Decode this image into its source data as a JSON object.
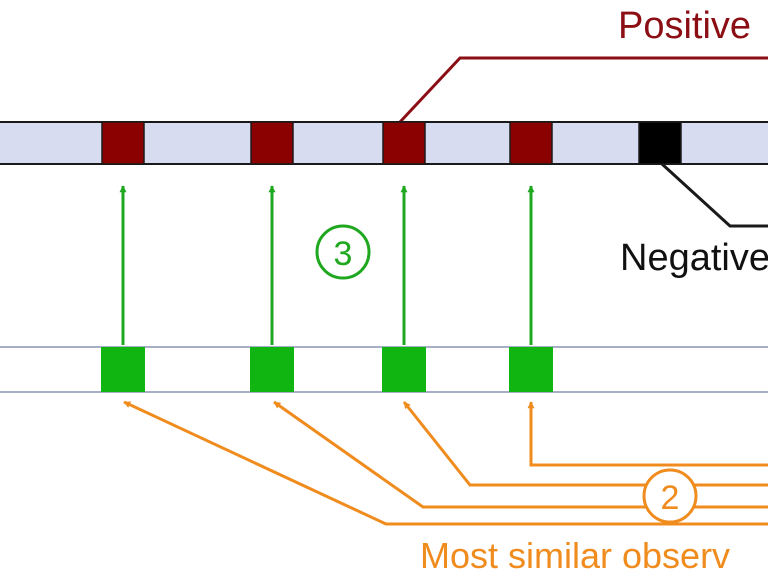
{
  "labels": {
    "positive": "Positive",
    "negative": "Negative",
    "most_similar": "Most similar observ"
  },
  "steps": {
    "step_3": "3",
    "step_2": "2"
  },
  "top_strip": {
    "cells": [
      "positive",
      "positive",
      "positive",
      "positive",
      "negative"
    ]
  },
  "bottom_strip": {
    "cells": [
      "matched",
      "matched",
      "matched",
      "matched"
    ]
  },
  "colors": {
    "strip_fill": "#d8dcf0",
    "positive": "#8b0000",
    "negative": "#000000",
    "matched": "#11b511",
    "green_arrow": "#1fa81f",
    "orange_arrow": "#f08c1e",
    "positive_text": "#8b0e14",
    "orange_text": "#f08c1e"
  }
}
